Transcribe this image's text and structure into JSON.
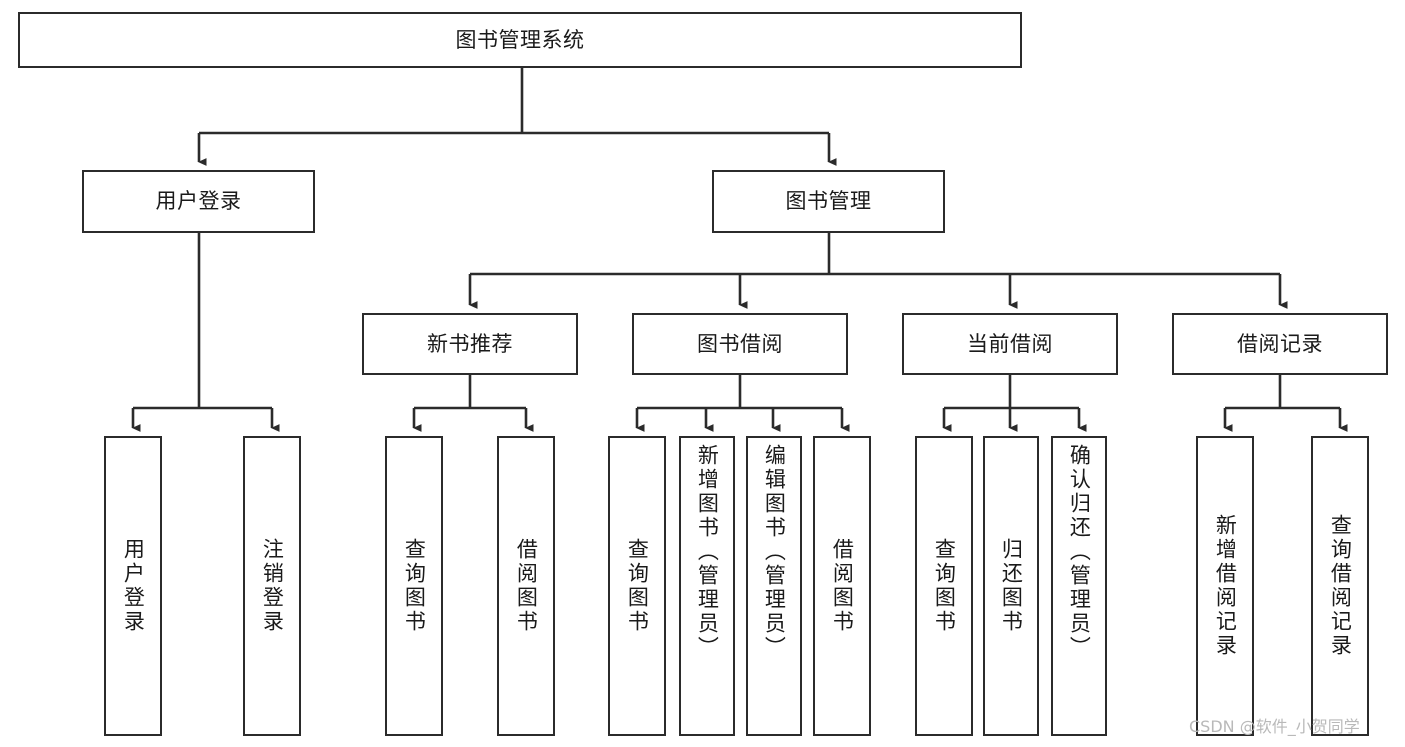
{
  "diagram": {
    "type": "tree-hierarchy",
    "title": "图书管理系统",
    "watermark": "CSDN @软件_小贺同学",
    "colors": {
      "box_border": "#2b2b2b",
      "box_fill": "#ffffff",
      "line": "#2b2b2b",
      "text": "#1a1a1a",
      "watermark": "#b9b9b9"
    },
    "levels": {
      "root": {
        "label": "图书管理系统"
      },
      "level1": [
        {
          "label": "用户登录"
        },
        {
          "label": "图书管理"
        }
      ],
      "level2": [
        {
          "label": "新书推荐"
        },
        {
          "label": "图书借阅"
        },
        {
          "label": "当前借阅"
        },
        {
          "label": "借阅记录"
        }
      ],
      "leaves": {
        "user_login": [
          {
            "label": "用户登录"
          },
          {
            "label": "注销登录"
          }
        ],
        "new_book_recommend": [
          {
            "label": "查询图书"
          },
          {
            "label": "借阅图书"
          }
        ],
        "book_borrow": [
          {
            "label": "查询图书"
          },
          {
            "label": "新增图书（管理员）"
          },
          {
            "label": "编辑图书（管理员）"
          },
          {
            "label": "借阅图书"
          }
        ],
        "current_borrow": [
          {
            "label": "查询图书"
          },
          {
            "label": "归还图书"
          },
          {
            "label": "确认归还（管理员）"
          }
        ],
        "borrow_record": [
          {
            "label": "新增借阅记录"
          },
          {
            "label": "查询借阅记录"
          }
        ]
      }
    }
  }
}
